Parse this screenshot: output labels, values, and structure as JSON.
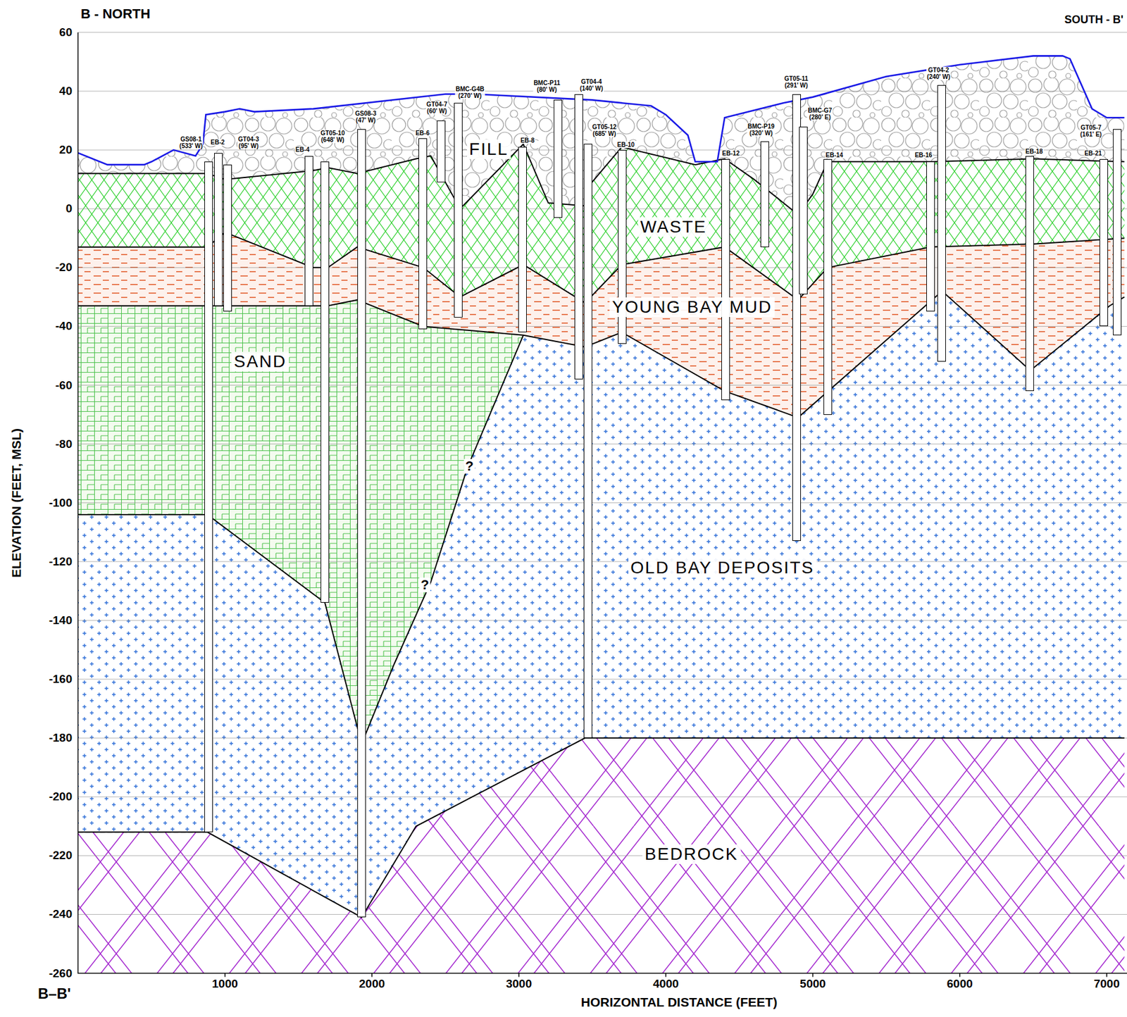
{
  "diagram": {
    "nodes": [
      {
        "text": [
          "FILL"
        ]
      },
      {
        "text": [
          "WASTE"
        ]
      },
      {
        "text": [
          "YOUNG BAY MUD"
        ]
      },
      {
        "text": [
          "SAND"
        ]
      },
      {
        "text": [
          "OLD BAY DEPOSITS"
        ]
      },
      {
        "text": [
          "BEDROCK"
        ]
      },
      {
        "text": [
          "GS08-1",
          "(533' W)"
        ]
      },
      {
        "text": [
          "EB-2"
        ]
      },
      {
        "text": [
          "GT04-3",
          "(95' W)"
        ]
      },
      {
        "text": [
          "EB-4"
        ]
      },
      {
        "text": [
          "GT05-10",
          "(648' W)"
        ]
      },
      {
        "text": [
          "GS08-3",
          "(47' W)"
        ]
      },
      {
        "text": [
          "EB-6"
        ]
      },
      {
        "text": [
          "GT04-7",
          "(60' W)"
        ]
      },
      {
        "text": [
          "BMC-G4B",
          "(270' W)"
        ]
      },
      {
        "text": [
          "EB-8"
        ]
      },
      {
        "text": [
          "BMC-P11",
          "(80' W)"
        ]
      },
      {
        "text": [
          "GT04-4",
          "(140' W)"
        ]
      },
      {
        "text": [
          "GT05-12",
          "(685' W)"
        ]
      },
      {
        "text": [
          "EB-10"
        ]
      },
      {
        "text": [
          "EB-12"
        ]
      },
      {
        "text": [
          "BMC-P19",
          "(320' W)"
        ]
      },
      {
        "text": [
          "GT05-11",
          "(291' W)"
        ]
      },
      {
        "text": [
          "BMC-G7",
          "(280' E)"
        ]
      },
      {
        "text": [
          "EB-14"
        ]
      },
      {
        "text": [
          "EB-16"
        ]
      },
      {
        "text": [
          "GT04-2",
          "(240' W)"
        ]
      },
      {
        "text": [
          "EB-18"
        ]
      },
      {
        "text": [
          "EB-21"
        ]
      },
      {
        "text": [
          "GT05-7",
          "(161' E)"
        ]
      }
    ],
    "labels": [
      "B - NORTH",
      "SOUTH - B'",
      "ELEVATION (FEET, MSL)",
      "HORIZONTAL DISTANCE (FEET)",
      "B–B'",
      "60",
      "40",
      "20",
      "0",
      "-20",
      "-40",
      "-60",
      "-80",
      "-100",
      "-120",
      "-140",
      "-160",
      "-180",
      "-200",
      "-220",
      "-240",
      "-260",
      "1000",
      "2000",
      "3000",
      "4000",
      "5000",
      "6000",
      "7000",
      "?",
      "?"
    ]
  }
}
